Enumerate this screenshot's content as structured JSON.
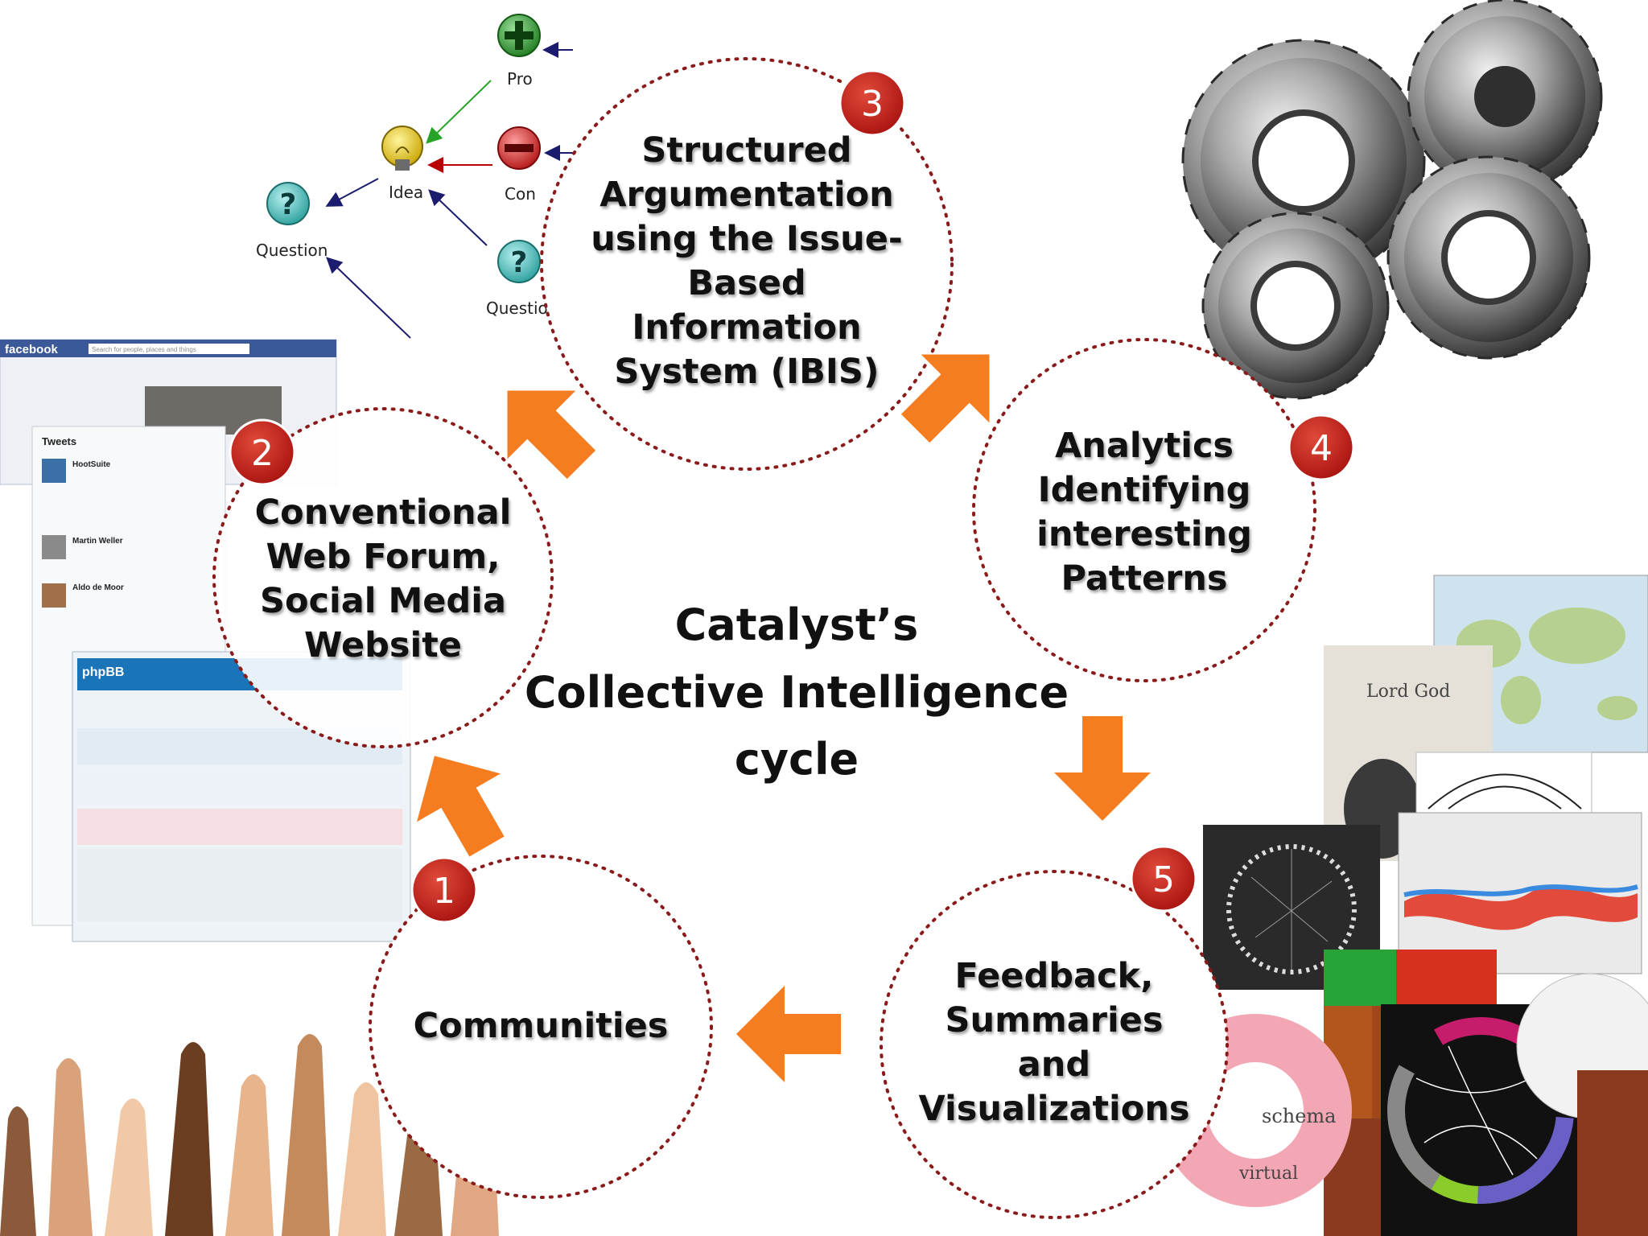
{
  "center": {
    "line1": "Catalyst’s",
    "line2": "Collective Intelligence",
    "line3": "cycle"
  },
  "stages": [
    {
      "number": "1",
      "label": "Communities"
    },
    {
      "number": "2",
      "lines": [
        "Conventional",
        "Web Forum,",
        "Social Media",
        "Website"
      ]
    },
    {
      "number": "3",
      "lines": [
        "Structured",
        "Argumentation",
        "using the Issue-",
        "Based",
        "Information",
        "System (IBIS)"
      ]
    },
    {
      "number": "4",
      "lines": [
        "Analytics",
        "Identifying",
        "interesting",
        "Patterns"
      ]
    },
    {
      "number": "5",
      "lines": [
        "Feedback,",
        "Summaries",
        "and",
        "Visualizations"
      ]
    }
  ],
  "ibis": {
    "pro": "Pro",
    "idea": "Idea",
    "con": "Con",
    "question_left": "Question",
    "question_right": "Question"
  },
  "screenshot": {
    "facebook": "facebook",
    "tweets": "Tweets",
    "hootsuite": "HootSuite",
    "martin": "Martin Weller",
    "aldo": "Aldo de Moor",
    "phpbb": "phpBB",
    "search_placeholder": "Search for people, places and things"
  },
  "collage": {
    "lord_god": "Lord God",
    "schema": "schema",
    "virtual": "virtual"
  },
  "colors": {
    "badge": "#c0201c",
    "arrow": "#f57c1f",
    "dotted_ring": "#8b1a1a"
  }
}
